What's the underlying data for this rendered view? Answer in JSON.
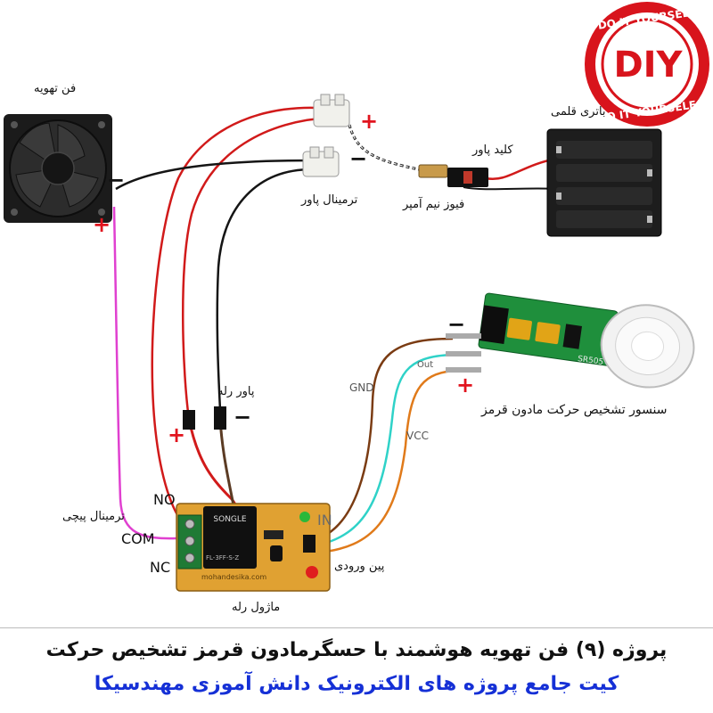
{
  "title": "پروژه (۹) فن تهویه هوشمند با حسگرمادون قرمز تشخیص حرکت",
  "subtitle": "کیت جامع پروژه های الکترونیک دانش آموزی مهندسیکا",
  "logo": {
    "text": "DIY",
    "ring_text": "DO IT YOURSELF",
    "color": "#d8141c"
  },
  "labels": {
    "fan": "فن تهویه",
    "battery": "باتری قلمی",
    "power_switch": "کلید پاور",
    "fuse": "فیوز نیم آمپر",
    "power_terminal": "ترمینال پاور",
    "relay_power": "پاور رله",
    "screw_terminal": "ترمینال پیچی",
    "input_pin": "پین ورودی",
    "relay_module": "ماژول رله",
    "pir_sensor": "سنسور تشخیص  حرکت مادون قرمز"
  },
  "pins": {
    "no": "NO",
    "com": "COM",
    "nc": "NC",
    "in": "IN",
    "gnd": "GND",
    "out": "Out",
    "vcc": "VCC"
  },
  "board_text": "mohandesika.com",
  "sensor_model": "SR505",
  "relay_marking": "FL-3FF-S-Z",
  "polarity": {
    "plus": "+",
    "minus": "−"
  },
  "colors": {
    "red_wire": "#d11a1a",
    "black_wire": "#151515",
    "magenta_wire": "#e040d0",
    "brown_wire": "#7a3b12",
    "cyan_wire": "#2fd2c8",
    "orange_wire": "#e07a1a",
    "plus_sign": "#e1141e",
    "board": "#e0a132",
    "sensor_pcb": "#1f8f3c",
    "footer_blue": "#1530d6"
  }
}
